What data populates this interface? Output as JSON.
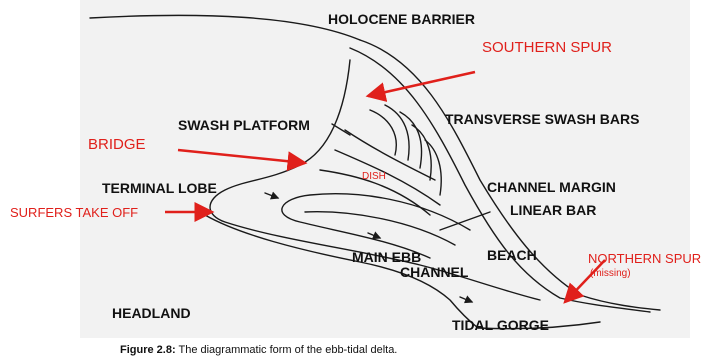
{
  "labels": {
    "holocene_barrier": "HOLOCENE BARRIER",
    "swash_platform": "SWASH PLATFORM",
    "transverse_swash_bars": "TRANSVERSE SWASH BARS",
    "terminal_lobe": "TERMINAL LOBE",
    "channel_margin_linear_bar_1": "CHANNEL MARGIN",
    "channel_margin_linear_bar_2": "LINEAR BAR",
    "main_ebb_channel_1": "MAIN EBB",
    "main_ebb_channel_2": "CHANNEL",
    "beach": "BEACH",
    "headland": "HEADLAND",
    "tidal_gorge": "TIDAL GORGE"
  },
  "annotations": {
    "southern_spur": "SOUTHERN SPUR",
    "bridge": "BRIDGE",
    "dish": "DISH",
    "surfers_take_off": "SURFERS TAKE OFF",
    "northern_spur": "NORTHERN SPUR",
    "missing": "(missing)"
  },
  "caption": {
    "figure_number": "Figure 2.8:",
    "text": "The diagrammatic form of the ebb-tidal delta."
  },
  "colors": {
    "annotation": "#e0201b",
    "linework": "#1a1a1a",
    "paper": "#f2f2f2"
  }
}
